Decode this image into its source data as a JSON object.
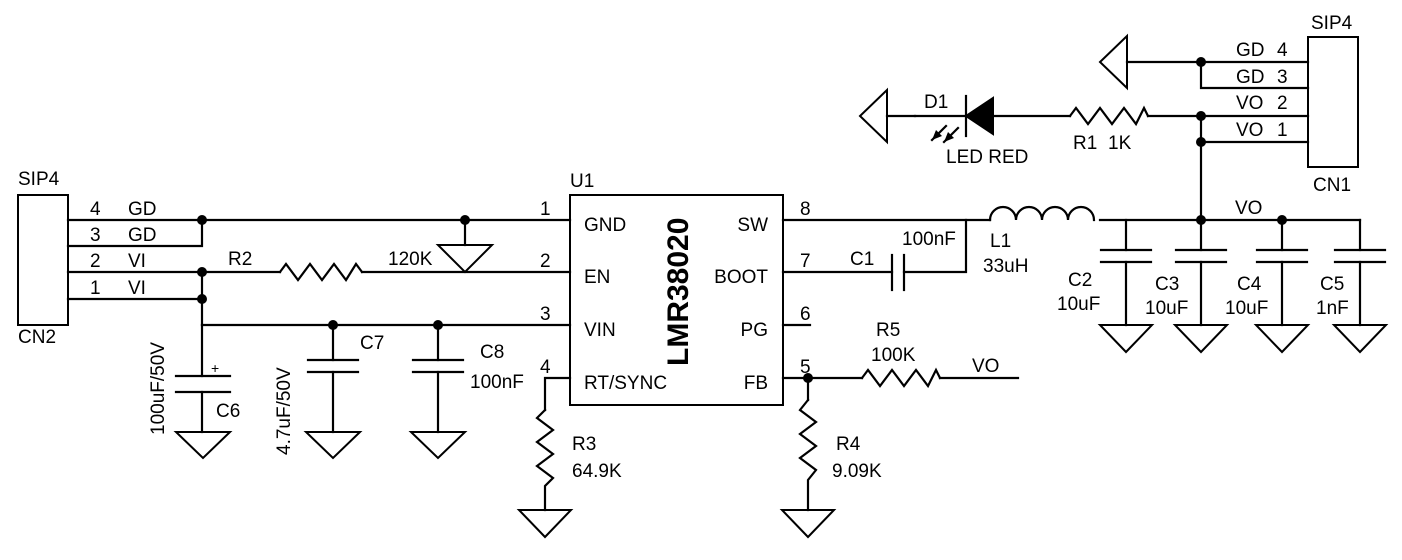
{
  "cn2": {
    "type": "SIP4",
    "ref": "CN2",
    "pins": [
      {
        "num": "4",
        "net": "GD"
      },
      {
        "num": "3",
        "net": "GD"
      },
      {
        "num": "2",
        "net": "VI"
      },
      {
        "num": "1",
        "net": "VI"
      }
    ]
  },
  "cn1": {
    "type": "SIP4",
    "ref": "CN1",
    "pins": [
      {
        "num": "4",
        "net": "GD"
      },
      {
        "num": "3",
        "net": "GD"
      },
      {
        "num": "2",
        "net": "VO"
      },
      {
        "num": "1",
        "net": "VO"
      }
    ]
  },
  "u1": {
    "ref": "U1",
    "part": "LMR38020",
    "left_pins": [
      {
        "num": "1",
        "name": "GND"
      },
      {
        "num": "2",
        "name": "EN"
      },
      {
        "num": "3",
        "name": "VIN"
      },
      {
        "num": "4",
        "name": "RT/SYNC"
      }
    ],
    "right_pins": [
      {
        "num": "8",
        "name": "SW"
      },
      {
        "num": "7",
        "name": "BOOT"
      },
      {
        "num": "6",
        "name": "PG"
      },
      {
        "num": "5",
        "name": "FB"
      }
    ]
  },
  "r1": {
    "ref": "R1",
    "value": "1K"
  },
  "r2": {
    "ref": "R2",
    "value": "120K"
  },
  "r3": {
    "ref": "R3",
    "value": "64.9K"
  },
  "r4": {
    "ref": "R4",
    "value": "9.09K"
  },
  "r5": {
    "ref": "R5",
    "value": "100K"
  },
  "d1": {
    "ref": "D1",
    "value": "LED RED"
  },
  "l1": {
    "ref": "L1",
    "value": "33uH"
  },
  "c1": {
    "ref": "C1",
    "value": "100nF"
  },
  "c2": {
    "ref": "C2",
    "value": "10uF"
  },
  "c3": {
    "ref": "C3",
    "value": "10uF"
  },
  "c4": {
    "ref": "C4",
    "value": "10uF"
  },
  "c5": {
    "ref": "C5",
    "value": "1nF"
  },
  "c6": {
    "ref": "C6",
    "value": "100uF/50V",
    "polarity": "+"
  },
  "c7": {
    "ref": "C7",
    "value": "4.7uF/50V"
  },
  "c8": {
    "ref": "C8",
    "value": "100nF"
  },
  "nets": {
    "vo_bus": "VO",
    "vo_fb": "VO"
  }
}
